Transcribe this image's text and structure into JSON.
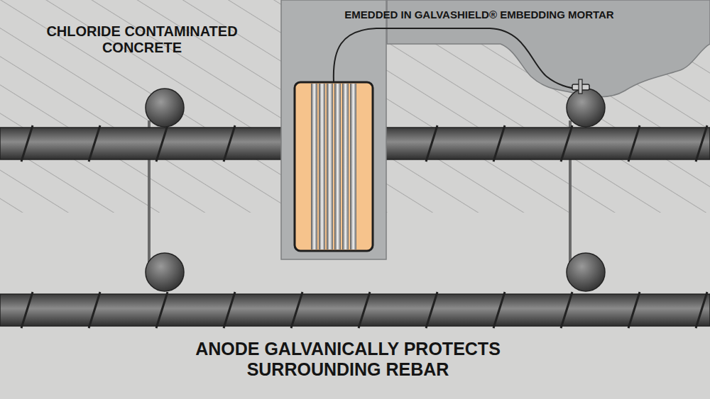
{
  "diagram": {
    "labels": [
      "CHLORIDE CONTAMINATED CONCRETE",
      "EMEDDED IN GALVASHIELD® EMBEDDING MORTAR",
      "ANODE GALVANICALLY PROTECTS SURROUNDING REBAR"
    ]
  }
}
